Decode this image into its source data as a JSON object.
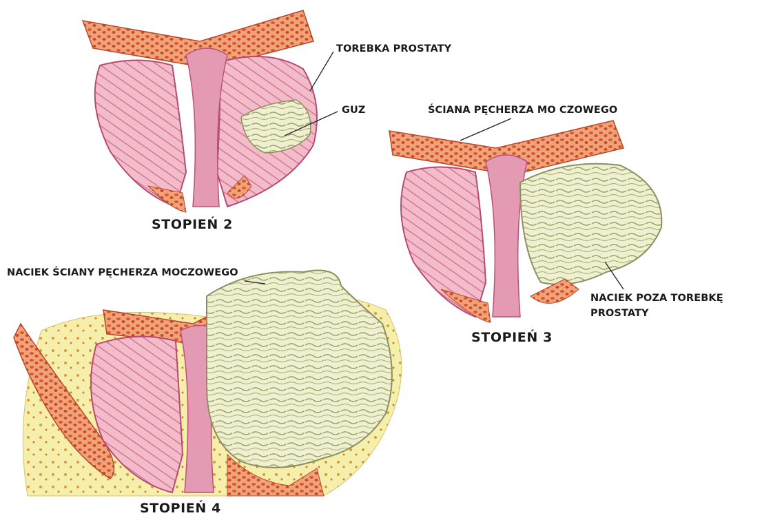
{
  "labels": {
    "capsule": "TOREBKA PROSTATY",
    "tumor": "GUZ",
    "bladder_wall": "ŚCIANA PĘCHERZA MO CZOWEGO",
    "extracapsular": "NACIEK POZA TOREBKĘ",
    "extracapsular_line2": "PROSTATY",
    "bladder_infiltration": "NACIEK ŚCIANY PĘCHERZA MOCZOWEGO"
  },
  "stages": {
    "stage2": "STOPIEŃ 2",
    "stage3": "STOPIEŃ 3",
    "stage4": "STOPIEŃ 4"
  },
  "colors": {
    "gland": "#ecaabd",
    "gland_lines": "#c8587e",
    "urethra": "#d98aa6",
    "muscle": "#e8823f",
    "tumor": "#e6e8c2",
    "fat": "#f1e79a"
  }
}
